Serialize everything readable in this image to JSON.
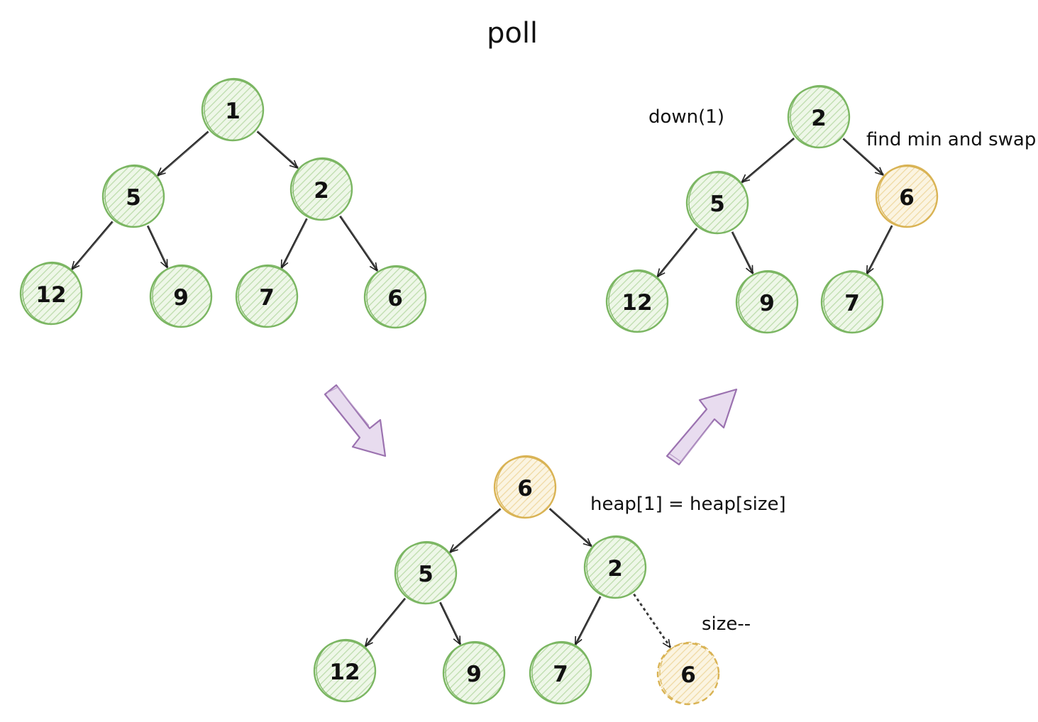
{
  "title": "poll",
  "colors": {
    "node_stroke": "#7bb662",
    "node_fill": "#d8ebcd",
    "highlight_stroke": "#d9b354",
    "highlight_fill": "#f6eac8",
    "arrow": "#222222",
    "big_arrow_stroke": "#9b72b0",
    "big_arrow_fill": "#e3d6ec"
  },
  "trees": {
    "before": {
      "nodes": [
        "1",
        "5",
        "2",
        "12",
        "9",
        "7",
        "6"
      ]
    },
    "after_swap": {
      "nodes": [
        "2",
        "5",
        "6",
        "12",
        "9",
        "7"
      ],
      "note_left": "down(1)",
      "note_right": "find min and swap"
    },
    "after_move": {
      "nodes": [
        "6",
        "5",
        "2",
        "12",
        "9",
        "7",
        "6"
      ],
      "note_assign": "heap[1] = heap[size]",
      "note_size": "size--"
    }
  }
}
